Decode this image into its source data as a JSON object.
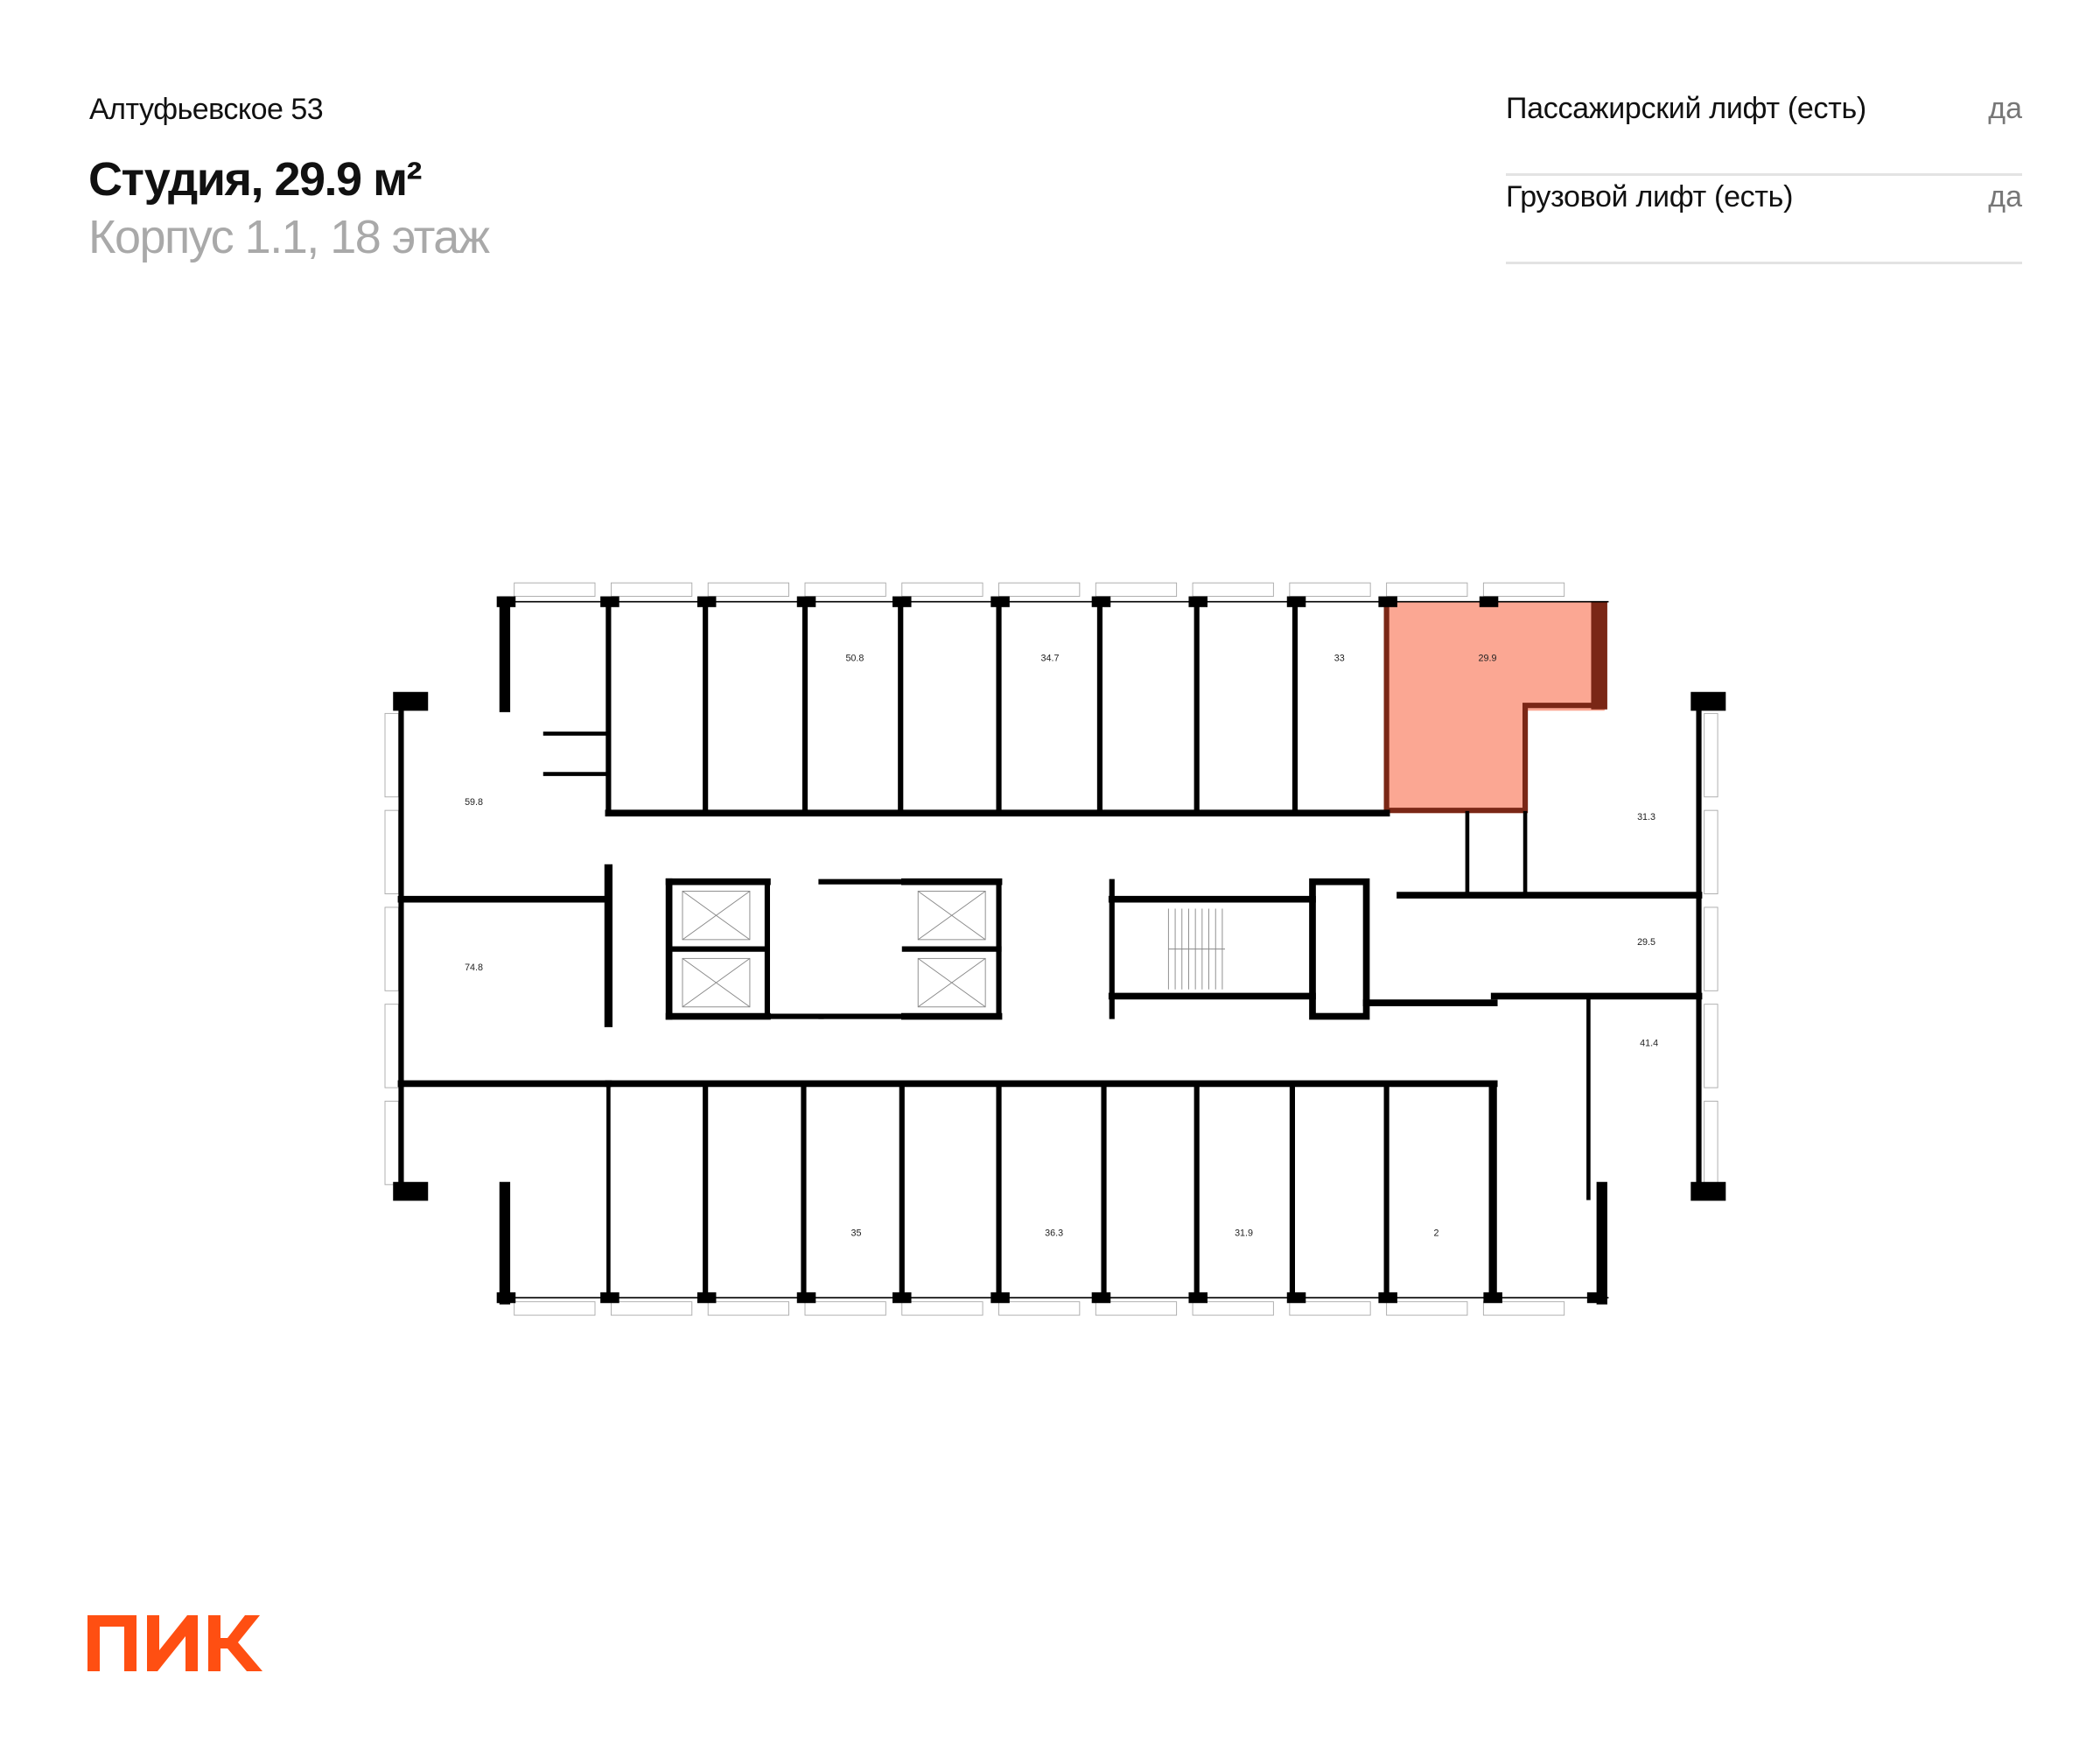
{
  "header": {
    "project": "Алтуфьевское 53",
    "title": "Студия, 29.9 м²",
    "subtitle": "Корпус 1.1, 18 этаж"
  },
  "features": [
    {
      "label": "Пассажирский лифт (есть)",
      "value": "да"
    },
    {
      "label": "Грузовой лифт (есть)",
      "value": "да"
    }
  ],
  "logo": {
    "text": "ПИК",
    "color": "#FF4F12"
  },
  "plan": {
    "highlight_fill": "#FBA793",
    "highlight_border": "#7A2716",
    "wall_color": "#000000",
    "selected_unit": "29.9",
    "units": [
      "50.8",
      "34.7",
      "33",
      "29.9",
      "59.8",
      "31.3",
      "29.5",
      "74.8",
      "41.4",
      "35",
      "36.3",
      "31.9",
      "2"
    ]
  }
}
